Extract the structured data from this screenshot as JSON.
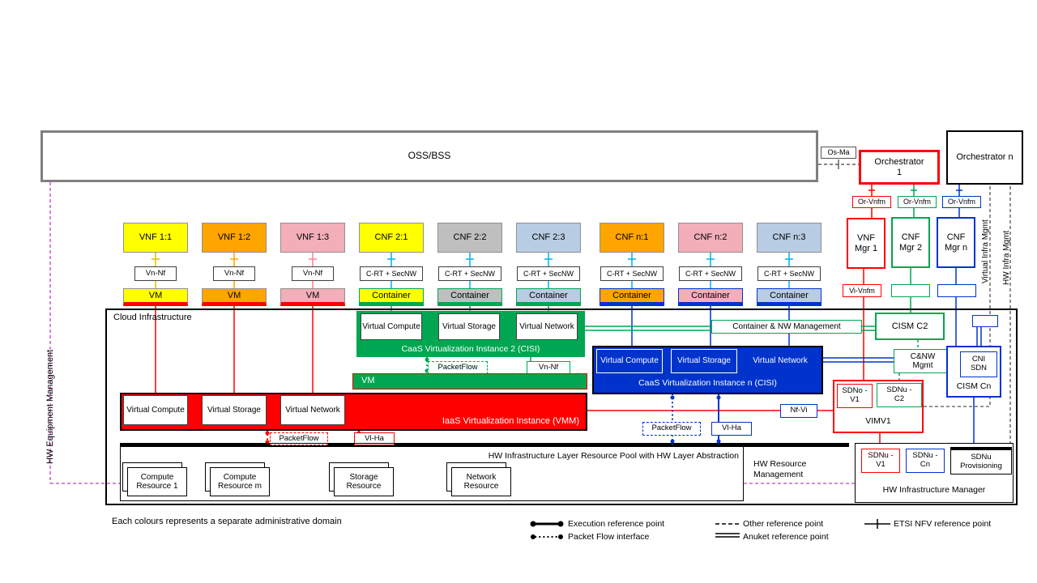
{
  "colors": {
    "red": "#FF0000",
    "green": "#00A651",
    "blue": "#0033CC",
    "cyan": "#00B0F0",
    "yellow": "#FFFF00",
    "orange": "#FFA500",
    "pink": "#F2AEB9",
    "gray": "#BFBFBF",
    "lightblue": "#B8CCE4",
    "magenta": "#C040C0",
    "oss_border": "#7F7F7F"
  },
  "top": {
    "oss_bss": "OSS/BSS",
    "os_ma": "Os-Ma",
    "orchestrator_1": "Orchestrator 1",
    "orchestrator_n": "Orchestrator n",
    "or_vnfm_1": "Or-Vnfm",
    "or_vnfm_2": "Or-Vnfm",
    "or_vnfm_3": "Or-Vnfm",
    "vnf_mgr_1": "VNF Mgr 1",
    "cnf_mgr_2": "CNF Mgr 2",
    "cnf_mgr_n": "CNF Mgr n",
    "vi_vnfm": "Vi-Vnfm"
  },
  "side": {
    "virtual_infra_mgmt": "Virtual Infra Mgmt",
    "hw_infra_mgmt": "HW Infra Mgmt",
    "hw_equipment_mgmt": "HW Equipment Management"
  },
  "columns": [
    {
      "nf": "VNF 1:1",
      "iface": "Vn-Nf",
      "runtime": "VM",
      "fill": "#FFFF00"
    },
    {
      "nf": "VNF 1:2",
      "iface": "Vn-Nf",
      "runtime": "VM",
      "fill": "#FFA500"
    },
    {
      "nf": "VNF 1:3",
      "iface": "Vn-Nf",
      "runtime": "VM",
      "fill": "#F2AEB9"
    },
    {
      "nf": "CNF 2:1",
      "iface": "C-RT + SecNW",
      "runtime": "Container",
      "fill": "#FFFF00"
    },
    {
      "nf": "CNF 2:2",
      "iface": "C-RT + SecNW",
      "runtime": "Container",
      "fill": "#BFBFBF"
    },
    {
      "nf": "CNF 2:3",
      "iface": "C-RT + SecNW",
      "runtime": "Container",
      "fill": "#B8CCE4"
    },
    {
      "nf": "CNF n:1",
      "iface": "C-RT + SecNW",
      "runtime": "Container",
      "fill": "#FFA500"
    },
    {
      "nf": "CNF n:2",
      "iface": "C-RT + SecNW",
      "runtime": "Container",
      "fill": "#F2AEB9"
    },
    {
      "nf": "CNF n:3",
      "iface": "C-RT + SecNW",
      "runtime": "Container",
      "fill": "#B8CCE4"
    }
  ],
  "cloud": {
    "title": "Cloud  Infrastructure",
    "caas2": {
      "cells": [
        "Virtual Compute",
        "Virtual Storage",
        "Virtual Network"
      ],
      "label": "CaaS Virtualization Instance 2 (CISI)",
      "packetflow": "PacketFlow",
      "vn_nf": "Vn-Nf",
      "vm_bar": "VM"
    },
    "iaas": {
      "cells": [
        "Virtual Compute",
        "Virtual Storage",
        "Virtual Network"
      ],
      "label": "IaaS Virtualization Instance (VMM)",
      "packetflow": "PacketFlow",
      "vl_ha": "Vl-Ha"
    },
    "caasn": {
      "cells": [
        "Virtual Compute",
        "Virtual Storage",
        "Virtual Network"
      ],
      "label": "CaaS Virtualization Instance n (CISI)",
      "packetflow": "PacketFlow",
      "vl_ha": "Vl-Ha"
    },
    "hw_pool": {
      "label": "HW Infrastructure Layer Resource Pool with HW Layer Abstraction",
      "resources": [
        "Compute Resource 1",
        "Compute Resource m",
        "Storage Resource",
        "Network Resource"
      ]
    },
    "hw_resource_mgmt": "HW Resource Management"
  },
  "right": {
    "container_nw_mgmt": "Container & NW Management",
    "cism_c2": "CISM C2",
    "cnw_mgmt": "C&NW Mgmt",
    "cni_sdn": "CNI SDN",
    "cism_cn": "CISM Cn",
    "sdno_v1": "SDNo -V1",
    "sdnu_c2": "SDNu -C2",
    "vim_v1": "VIMV1",
    "nf_vi": "Nf-Vi",
    "sdnu_v1": "SDNu -V1",
    "sdnu_cn": "SDNu -Cn",
    "sdnu_provisioning": "SDNu Provisioning",
    "hw_infra_manager": "HW Infrastructure Manager"
  },
  "legend": {
    "domain_note": "Each colours represents a separate administrative domain",
    "execution": "Execution reference point",
    "packet_flow": "Packet Flow interface",
    "other": "Other reference point",
    "anuket": "Anuket reference point",
    "etsi": "ETSI NFV reference point"
  }
}
